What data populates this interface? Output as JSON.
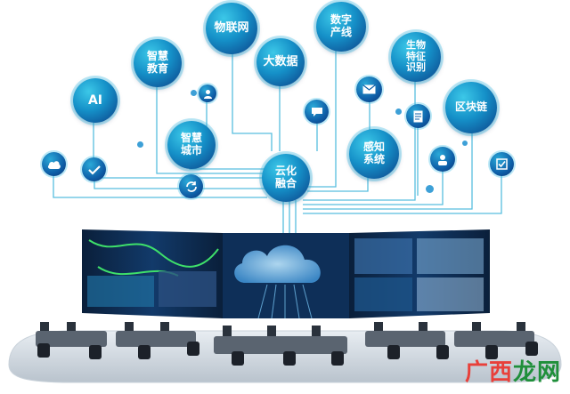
{
  "bubbles": {
    "ai": "AI",
    "edu_line1": "智慧",
    "edu_line2": "教育",
    "iot": "物联网",
    "bigdata": "大数据",
    "digital_line1": "数字",
    "digital_line2": "产线",
    "bio_line1": "生物",
    "bio_line2": "特征",
    "bio_line3": "识别",
    "blockchain": "区块链",
    "city_line1": "智慧",
    "city_line2": "城市",
    "cloud_line1": "云化",
    "cloud_line2": "融合",
    "sense_line1": "感知",
    "sense_line2": "系统"
  },
  "icons": [
    "cloud-upload-icon",
    "check-icon",
    "user-icon",
    "refresh-icon",
    "chat-icon",
    "mail-icon",
    "document-icon",
    "person-icon",
    "checkbox-icon"
  ],
  "watermark": {
    "part1": "广西",
    "part2": "龙网"
  },
  "colors": {
    "accent": "#1590c8",
    "deep": "#0c3f86",
    "line": "#3ab0d8"
  }
}
